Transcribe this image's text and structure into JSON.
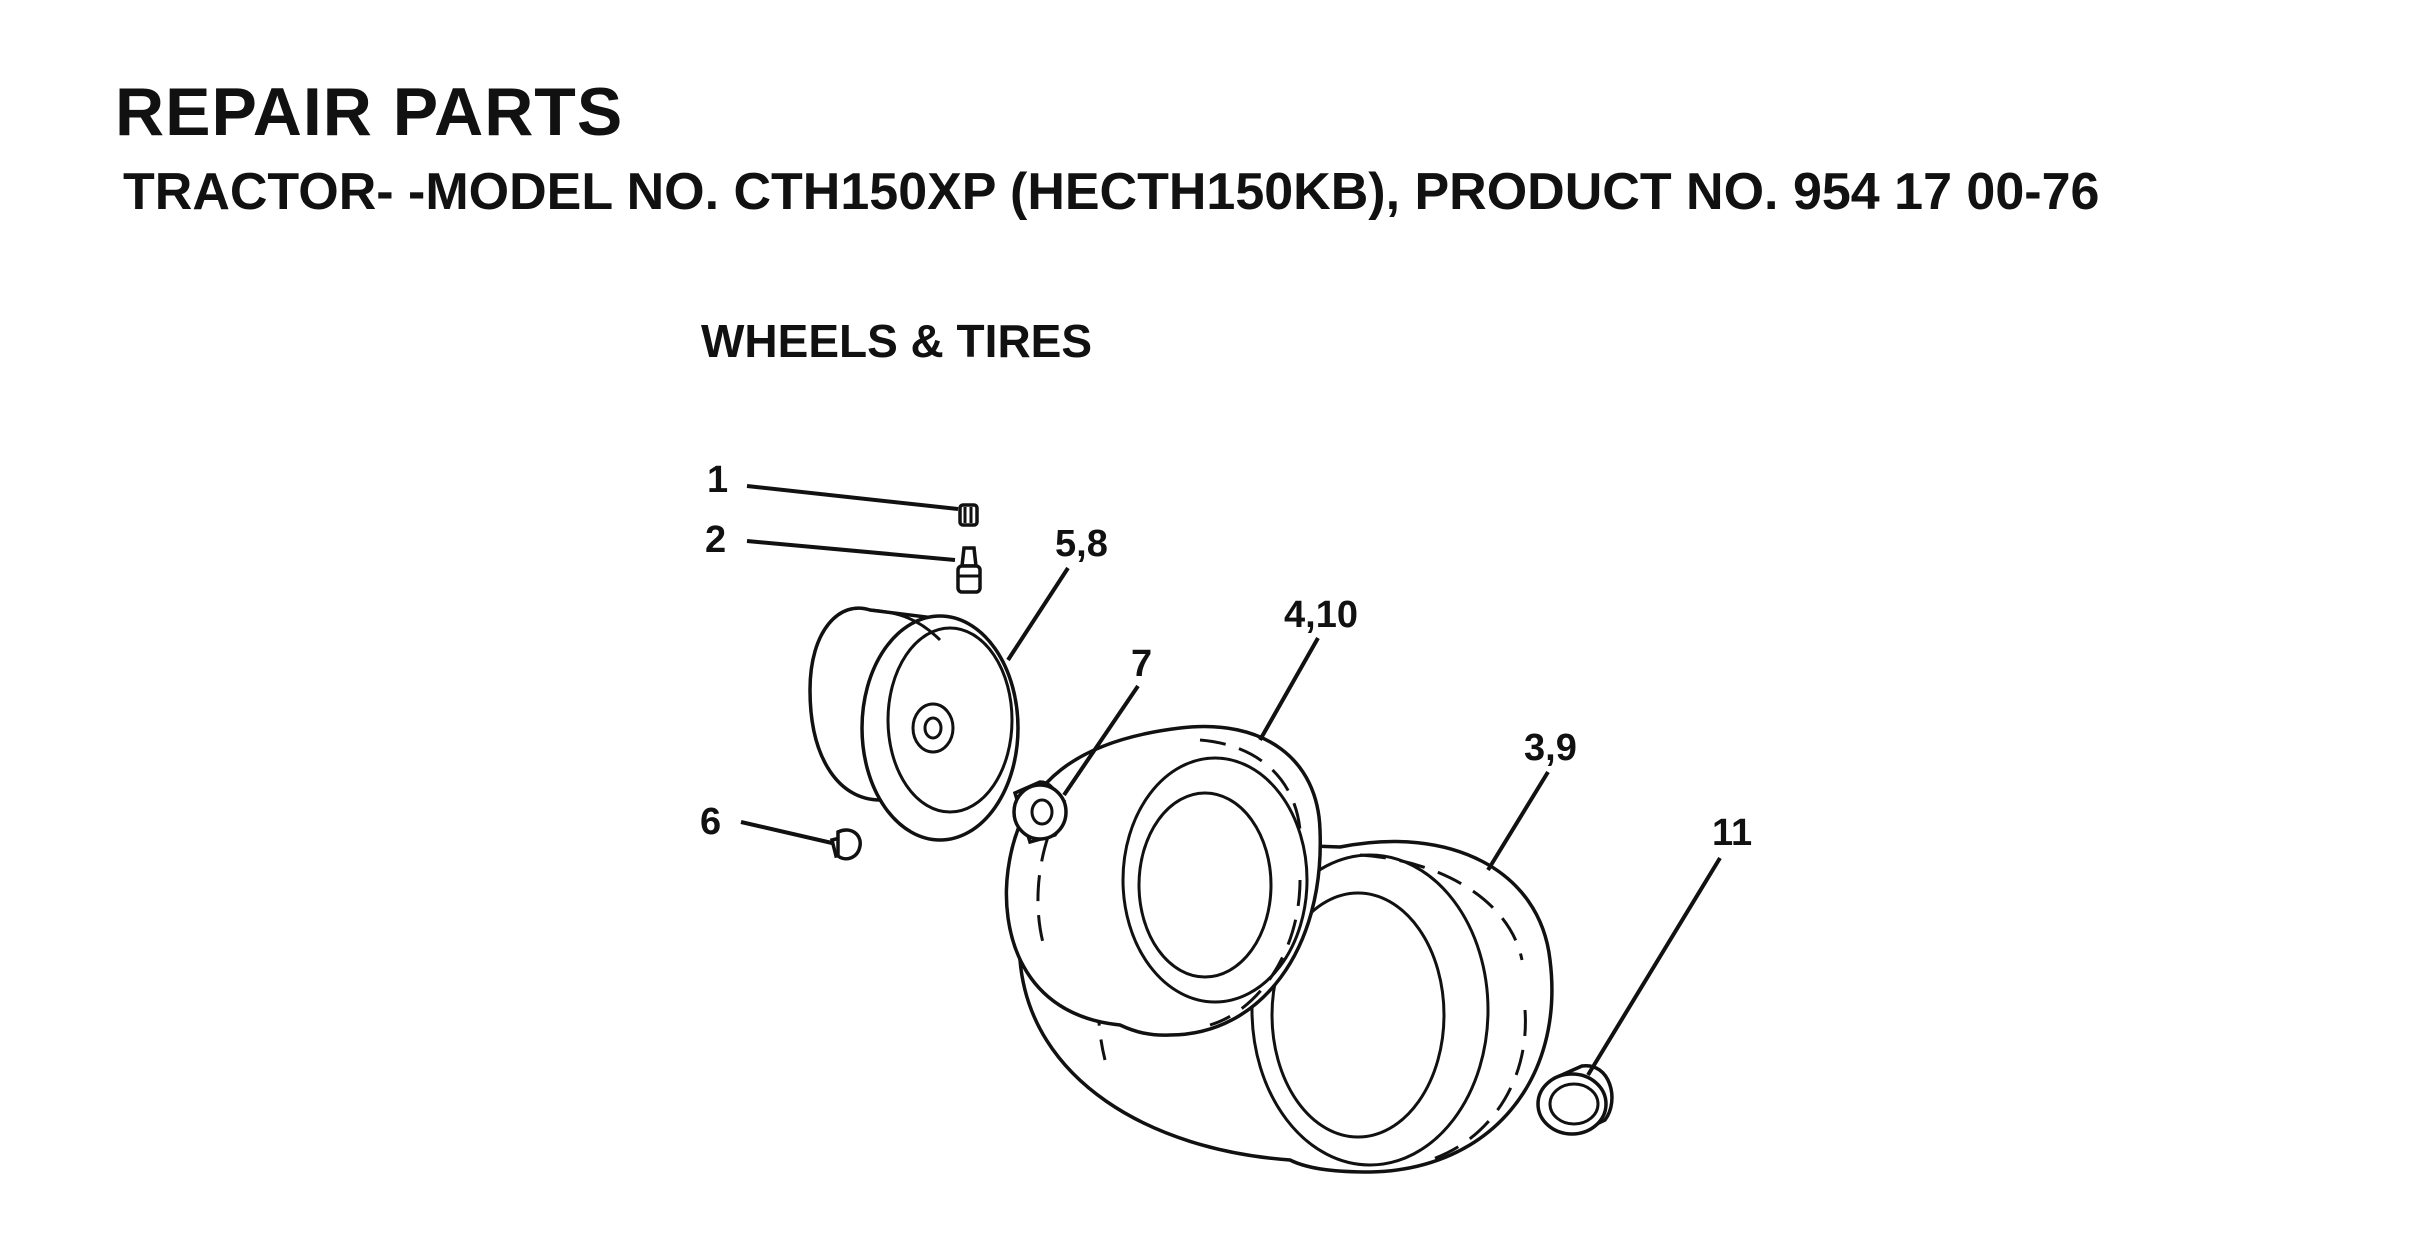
{
  "header": {
    "title": "REPAIR PARTS",
    "subtitle": "TRACTOR- -MODEL NO. CTH150XP (HECTH150KB), PRODUCT NO. 954 17 00-76"
  },
  "section": {
    "title": "WHEELS & TIRES"
  },
  "callouts": {
    "c1": "1",
    "c2": "2",
    "c58": "5,8",
    "c7": "7",
    "c410": "4,10",
    "c39": "3,9",
    "c6": "6",
    "c11": "11"
  }
}
